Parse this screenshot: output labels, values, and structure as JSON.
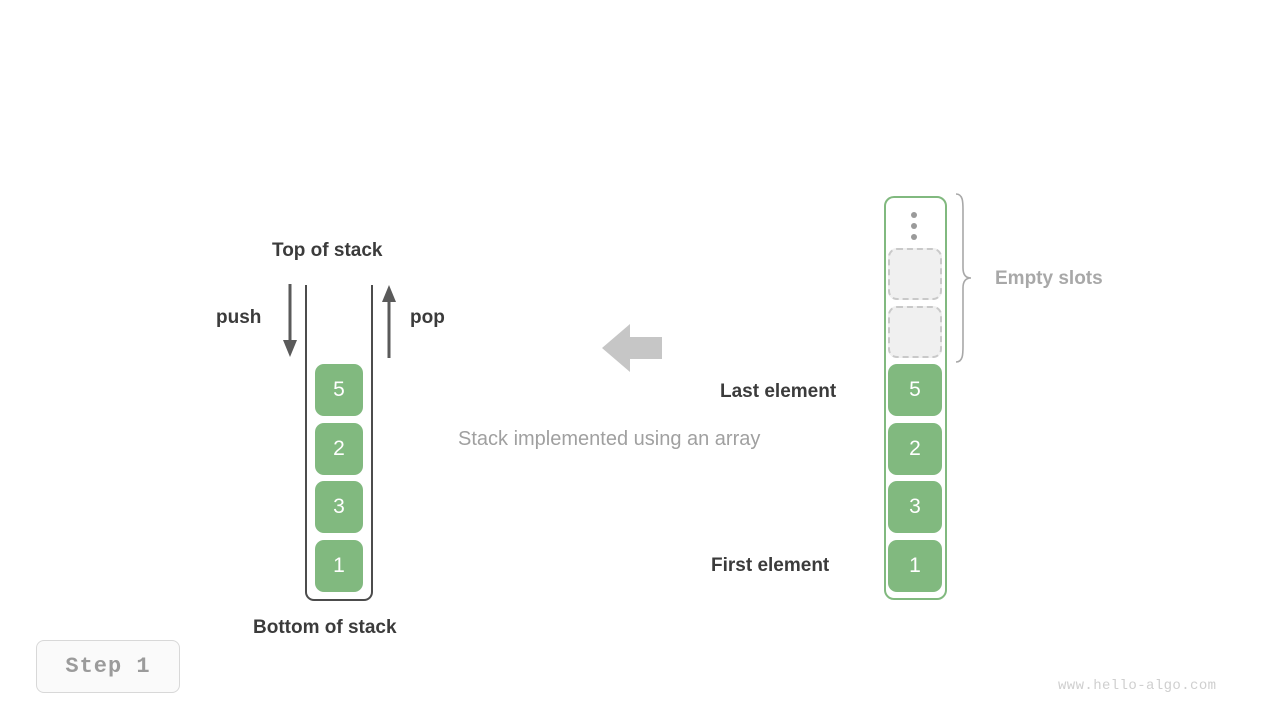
{
  "diagram": {
    "caption": "Stack implemented using an array",
    "watermark": "www.hello-algo.com",
    "step_badge": "Step 1",
    "colors": {
      "element_fill": "#81b97f",
      "array_border": "#81b97f",
      "stack_wall": "#4c4c4c",
      "empty_slot_fill": "#f0f0f0",
      "empty_slot_border": "#c9c9c9",
      "gray_text": "#a0a0a0",
      "dark_text": "#3b3b3b",
      "center_arrow": "#c6c6c6"
    }
  },
  "left_stack": {
    "top_label": "Top of stack",
    "bottom_label": "Bottom of stack",
    "push_label": "push",
    "pop_label": "pop",
    "push_icon": "arrow-down-icon",
    "pop_icon": "arrow-up-icon",
    "elements": [
      {
        "value": "5"
      },
      {
        "value": "2"
      },
      {
        "value": "3"
      },
      {
        "value": "1"
      }
    ]
  },
  "center": {
    "arrow_icon": "arrow-left-icon"
  },
  "right_array": {
    "empty_slots_label": "Empty slots",
    "last_element_label": "Last element",
    "first_element_label": "First element",
    "ellipsis_icon": "vertical-ellipsis-icon",
    "brace_icon": "curly-brace-icon",
    "empty_slots_count": 2,
    "elements": [
      {
        "value": "5"
      },
      {
        "value": "2"
      },
      {
        "value": "3"
      },
      {
        "value": "1"
      }
    ]
  }
}
